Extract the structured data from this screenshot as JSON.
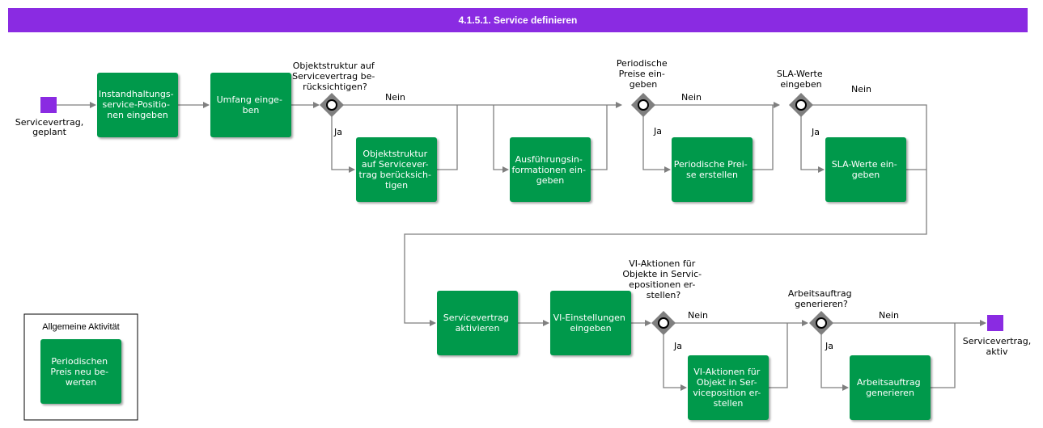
{
  "title": "4.1.5.1. Service definieren",
  "colors": {
    "header": "#8a2be2",
    "event": "#8a2be2",
    "task": "#00994c",
    "gateway": "#7f7f7f"
  },
  "events": {
    "start": [
      "Servicevertrag,",
      "geplant"
    ],
    "end": [
      "Servicevertrag,",
      "aktiv"
    ]
  },
  "tasks": {
    "t1": [
      "Instandhaltungs-",
      "service-Positio-",
      "nen eingeben"
    ],
    "t2": [
      "Umfang einge-",
      "ben"
    ],
    "t3": [
      "Objektstruktur",
      "auf Servicever-",
      "trag berücksich-",
      "tigen"
    ],
    "t4": [
      "Ausführungsin-",
      "formationen ein-",
      "geben"
    ],
    "t5": [
      "Periodische Prei-",
      "se erstellen"
    ],
    "t6": [
      "SLA-Werte ein-",
      "geben"
    ],
    "t7": [
      "Servicevertrag",
      "aktivieren"
    ],
    "t8": [
      "VI-Einstellungen",
      "eingeben"
    ],
    "t9": [
      "VI-Aktionen für",
      "Objekt in Ser-",
      "viceposition er-",
      "stellen"
    ],
    "t10": [
      "Arbeitsauftrag",
      "generieren"
    ]
  },
  "gateways": {
    "g1": [
      "Objektstruktur auf",
      "Servicevertrag be-",
      "rücksichtigen?"
    ],
    "g2": [
      "Periodische",
      "Preise ein-",
      "geben"
    ],
    "g3": [
      "SLA-Werte",
      "eingeben"
    ],
    "g4": [
      "VI-Aktionen für",
      "Objekte in Servic-",
      "epositionen er-",
      "stellen?"
    ],
    "g5": [
      "Arbeitsauftrag",
      "generieren?"
    ]
  },
  "branch_labels": {
    "no": "Nein",
    "yes": "Ja"
  },
  "legend": {
    "title": "Allgemeine Aktivität",
    "task": [
      "Periodischen",
      "Preis neu be-",
      "werten"
    ]
  }
}
